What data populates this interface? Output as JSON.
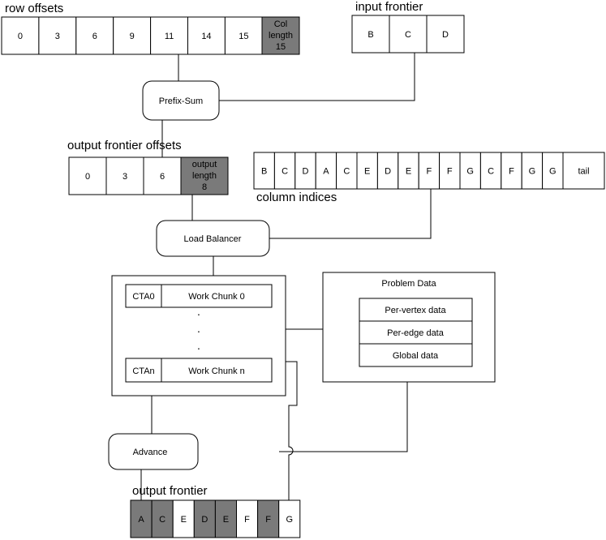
{
  "row_offsets": {
    "title": "row offsets",
    "values": [
      "0",
      "3",
      "6",
      "9",
      "11",
      "14",
      "15"
    ],
    "last_line1": "Col",
    "last_line2": "length",
    "last_line3": "15"
  },
  "input_frontier": {
    "title": "input frontier",
    "values": [
      "B",
      "C",
      "D"
    ]
  },
  "prefix_sum": {
    "label": "Prefix-Sum"
  },
  "output_offsets": {
    "title": "output frontier offsets",
    "values": [
      "0",
      "3",
      "6"
    ],
    "last_line1": "output",
    "last_line2": "length",
    "last_line3": "8"
  },
  "column_indices": {
    "title": "column indices",
    "values": [
      "B",
      "C",
      "D",
      "A",
      "C",
      "E",
      "D",
      "E",
      "F",
      "F",
      "G",
      "C",
      "F",
      "G",
      "G",
      "tail"
    ]
  },
  "load_balancer": {
    "label": "Load Balancer"
  },
  "work": {
    "top_cta": "CTA0",
    "top_chunk": "Work Chunk 0",
    "bottom_cta": "CTAn",
    "bottom_chunk": "Work Chunk n",
    "dot": "."
  },
  "problem_data": {
    "title": "Problem Data",
    "items": [
      "Per-vertex data",
      "Per-edge data",
      "Global data"
    ]
  },
  "advance": {
    "label": "Advance"
  },
  "output_frontier": {
    "title": "output frontier",
    "values": [
      "A",
      "C",
      "E",
      "D",
      "E",
      "F",
      "F",
      "G"
    ],
    "dark": [
      true,
      true,
      false,
      true,
      true,
      false,
      true,
      false
    ]
  },
  "colors": {
    "line": "#000000",
    "shade": "#7a7a7a",
    "background": "#ffffff"
  }
}
